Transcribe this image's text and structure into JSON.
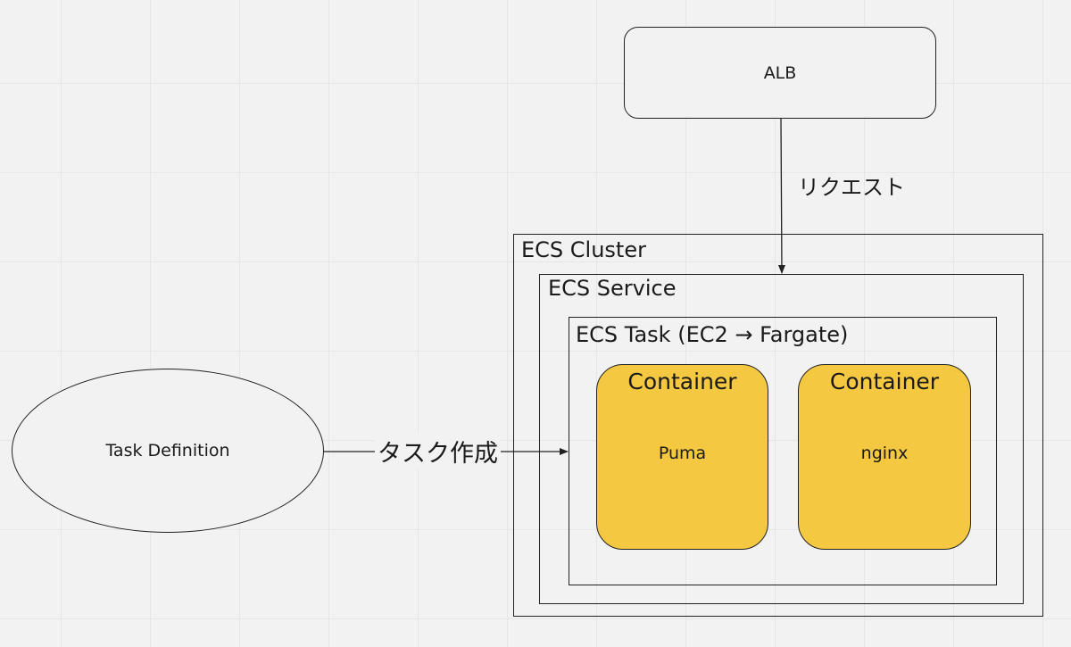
{
  "diagram": {
    "alb": {
      "label": "ALB"
    },
    "request_edge": {
      "label": "リクエスト"
    },
    "cluster": {
      "title": "ECS Cluster"
    },
    "service": {
      "title": "ECS Service"
    },
    "task": {
      "title": "ECS Task (EC2 → Fargate)"
    },
    "containers": [
      {
        "title": "Container",
        "name": "Puma"
      },
      {
        "title": "Container",
        "name": "nginx"
      }
    ],
    "task_definition": {
      "label": "Task Definition"
    },
    "create_edge": {
      "label": "タスク作成"
    },
    "colors": {
      "container_fill": "#f5c842",
      "stroke": "#222222",
      "background": "#f2f2f2",
      "grid": "#e6e6e6"
    }
  }
}
